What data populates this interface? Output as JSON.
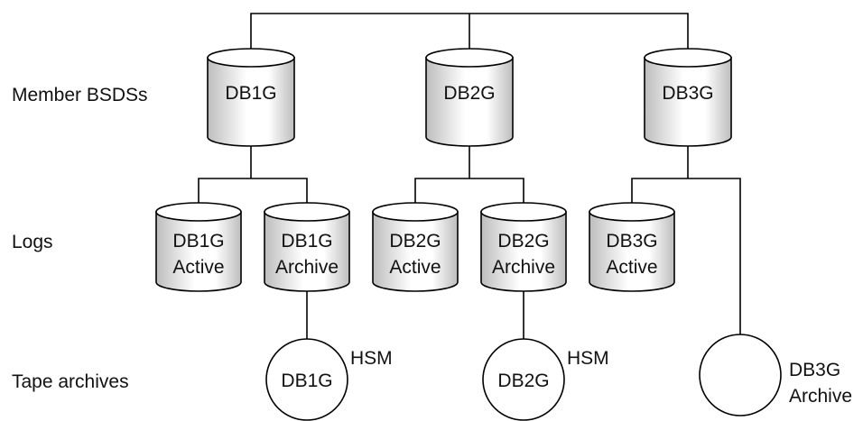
{
  "row_labels": {
    "bsds": "Member BSDSs",
    "logs": "Logs",
    "tapes": "Tape archives"
  },
  "bsds": [
    {
      "id": "db1g",
      "label": "DB1G"
    },
    {
      "id": "db2g",
      "label": "DB2G"
    },
    {
      "id": "db3g",
      "label": "DB3G"
    }
  ],
  "logs": [
    {
      "id": "db1g-active",
      "line1": "DB1G",
      "line2": "Active",
      "parent": "db1g"
    },
    {
      "id": "db1g-archive",
      "line1": "DB1G",
      "line2": "Archive",
      "parent": "db1g"
    },
    {
      "id": "db2g-active",
      "line1": "DB2G",
      "line2": "Active",
      "parent": "db2g"
    },
    {
      "id": "db2g-archive",
      "line1": "DB2G",
      "line2": "Archive",
      "parent": "db2g"
    },
    {
      "id": "db3g-active",
      "line1": "DB3G",
      "line2": "Active",
      "parent": "db3g"
    }
  ],
  "tapes": [
    {
      "id": "tape-db1g",
      "inner": "DB1G",
      "side1": "HSM",
      "side2": "",
      "parent": "db1g-archive"
    },
    {
      "id": "tape-db2g",
      "inner": "DB2G",
      "side1": "HSM",
      "side2": "",
      "parent": "db2g-archive"
    },
    {
      "id": "tape-db3g",
      "inner": "",
      "side1": "DB3G",
      "side2": "Archive",
      "parent": "db3g"
    }
  ],
  "colors": {
    "cylinder_light": "#ffffff",
    "cylinder_shade": "#bdbdbd",
    "line": "#000000"
  }
}
